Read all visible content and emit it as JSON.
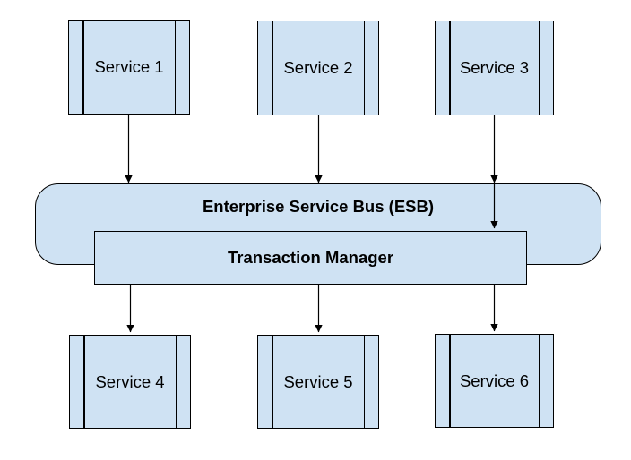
{
  "colors": {
    "node_fill": "#cfe2f3",
    "node_border": "#000000",
    "arrow": "#000000",
    "text": "#000000",
    "background": "#ffffff"
  },
  "diagram_type": "esb-architecture-diagram",
  "nodes": {
    "service1": {
      "label": "Service 1",
      "shape": "process"
    },
    "service2": {
      "label": "Service 2",
      "shape": "process"
    },
    "service3": {
      "label": "Service 3",
      "shape": "process"
    },
    "esb": {
      "label": "Enterprise Service Bus (ESB)",
      "shape": "rounded-rect"
    },
    "transaction_manager": {
      "label": "Transaction Manager",
      "shape": "rect"
    },
    "service4": {
      "label": "Service 4",
      "shape": "process"
    },
    "service5": {
      "label": "Service 5",
      "shape": "process"
    },
    "service6": {
      "label": "Service 6",
      "shape": "process"
    }
  },
  "connections": [
    {
      "from": "service1",
      "to": "esb",
      "arrow": true
    },
    {
      "from": "service2",
      "to": "esb",
      "arrow": true
    },
    {
      "from": "service3",
      "to": "esb",
      "arrow": true
    },
    {
      "from": "esb",
      "to": "transaction_manager",
      "arrow": true
    },
    {
      "from": "transaction_manager",
      "to": "service4",
      "arrow": true
    },
    {
      "from": "transaction_manager",
      "to": "service5",
      "arrow": true
    },
    {
      "from": "transaction_manager",
      "to": "service6",
      "arrow": true
    }
  ]
}
